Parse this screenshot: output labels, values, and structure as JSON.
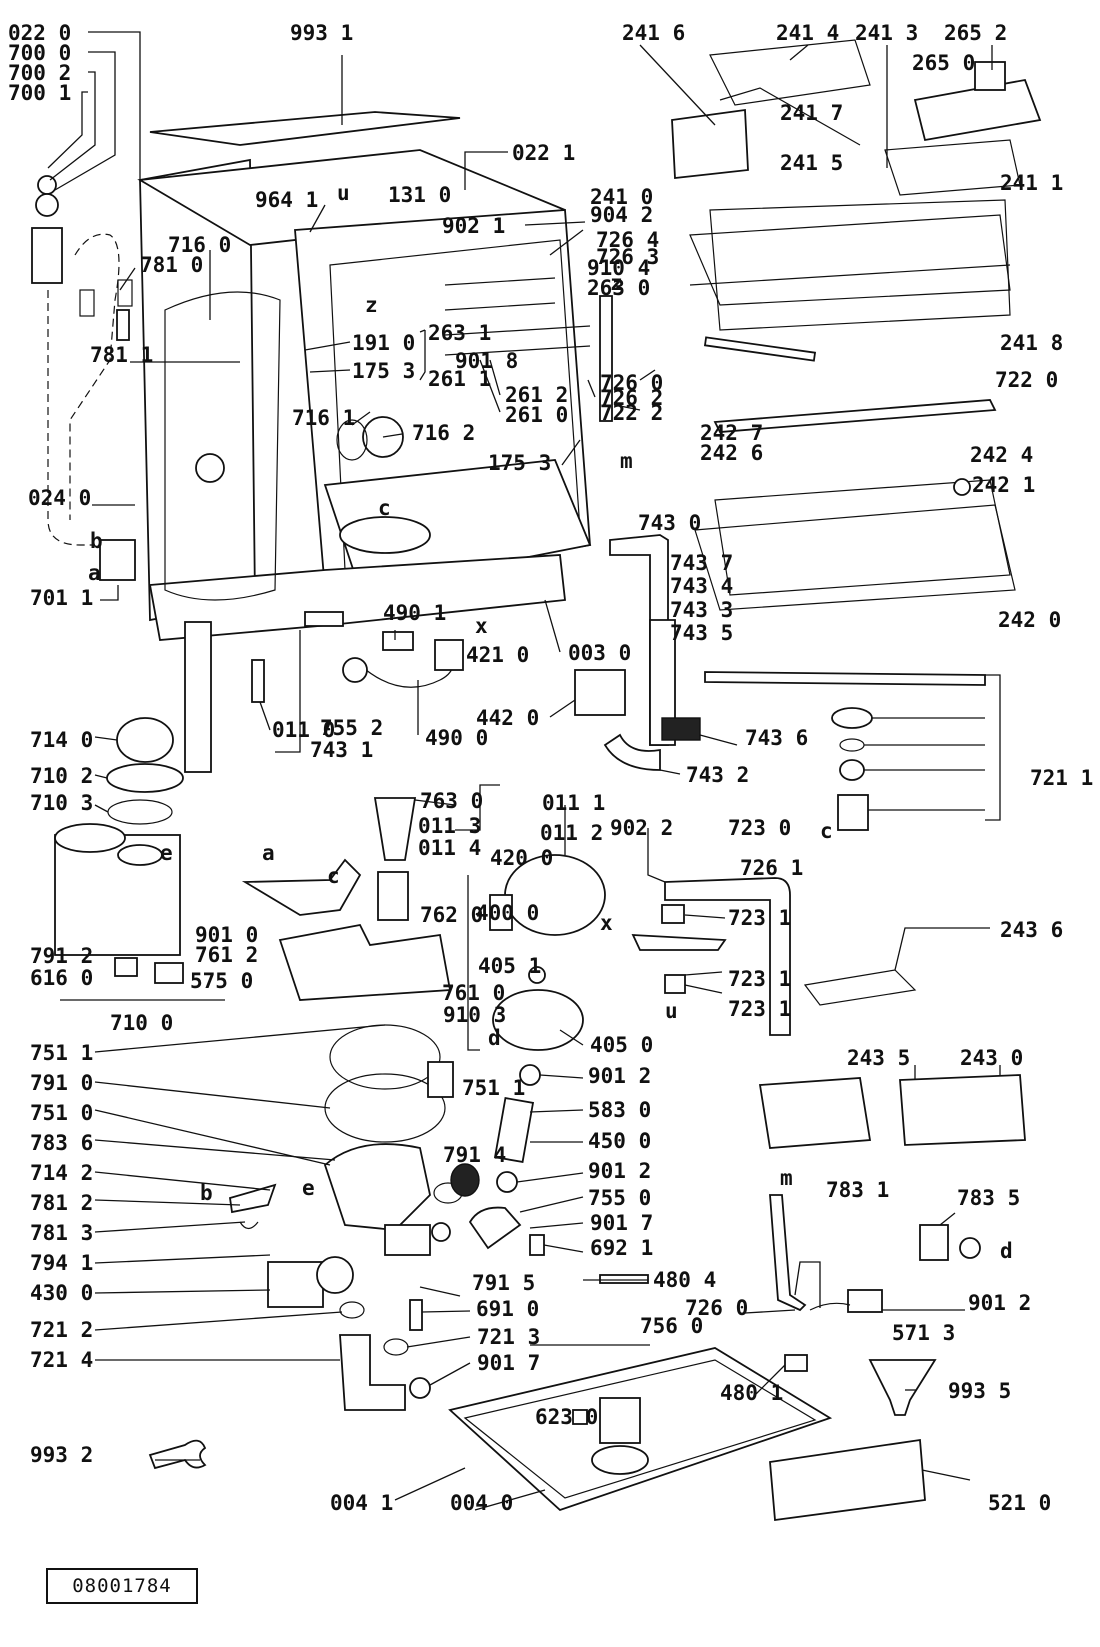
{
  "document_id": "08001784",
  "part_labels": [
    "022 0",
    "700 0",
    "700 2",
    "700 1",
    "993 1",
    "241 6",
    "241 4",
    "241 3",
    "265 2",
    "265 0",
    "022 1",
    "964 1",
    "902 1",
    "904 2",
    "716 0",
    "781 0",
    "726 4",
    "726 3",
    "241 7",
    "241 5",
    "241 0",
    "241 1",
    "910 4",
    "263 0",
    "131 0",
    "901 8",
    "191 0",
    "175 3",
    "263 1",
    "261 1",
    "261 2",
    "261 0",
    "726 2",
    "726 0",
    "722 2",
    "241 8",
    "722 0",
    "781 1",
    "716 1",
    "716 2",
    "175 3",
    "242 7",
    "242 6",
    "242 4",
    "242 1",
    "024 0",
    "743 0",
    "743 7",
    "743 4",
    "743 3",
    "743 5",
    "242 0",
    "701 1",
    "003 0",
    "490 1",
    "421 0",
    "011 0",
    "755 2",
    "743 1",
    "490 0",
    "442 0",
    "743 6",
    "743 2",
    "714 0",
    "710 2",
    "710 3",
    "763 0",
    "011 3",
    "011 4",
    "011 1",
    "011 2",
    "902 2",
    "721 1",
    "723 0",
    "726 1",
    "723 1",
    "420 0",
    "400 0",
    "762 0",
    "901 0",
    "761 2",
    "405 1",
    "791 2",
    "616 0",
    "575 0",
    "761 0",
    "910 3",
    "723 1",
    "723 1",
    "243 6",
    "710 0",
    "751 1",
    "405 0",
    "791 0",
    "751 1",
    "901 2",
    "243 5",
    "243 0",
    "751 0",
    "583 0",
    "450 0",
    "783 6",
    "791 4",
    "714 2",
    "901 2",
    "781 2",
    "755 0",
    "783 5",
    "781 3",
    "901 7",
    "783 1",
    "794 1",
    "430 0",
    "692 1",
    "480 4",
    "791 5",
    "691 0",
    "726 0",
    "901 2",
    "571 3",
    "721 2",
    "721 3",
    "756 0",
    "721 4",
    "901 7",
    "480 1",
    "993 5",
    "623 0",
    "993 2",
    "004 1",
    "004 0",
    "521 0"
  ],
  "letter_markers": [
    "u",
    "z",
    "z",
    "c",
    "x",
    "m",
    "a",
    "b",
    "c",
    "e",
    "a",
    "c",
    "d",
    "u",
    "x",
    "e",
    "b",
    "m",
    "d"
  ]
}
